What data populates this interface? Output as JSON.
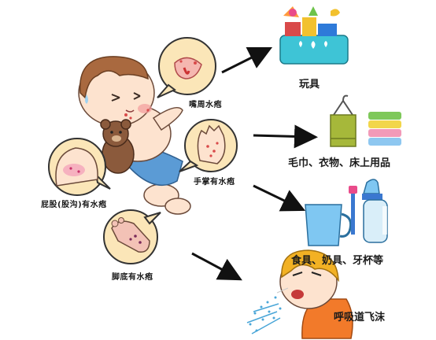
{
  "labels": {
    "mouth": "嘴周水疱",
    "hand": "手掌有水疱",
    "buttocks": "屁股(股沟)有水疱",
    "foot": "脚底有水疱"
  },
  "targets": {
    "toys": "玩具",
    "towels": "毛巾、衣物、床上用品",
    "tableware": "食具、奶具、牙杯等",
    "droplets": "呼吸道飞沫"
  }
}
